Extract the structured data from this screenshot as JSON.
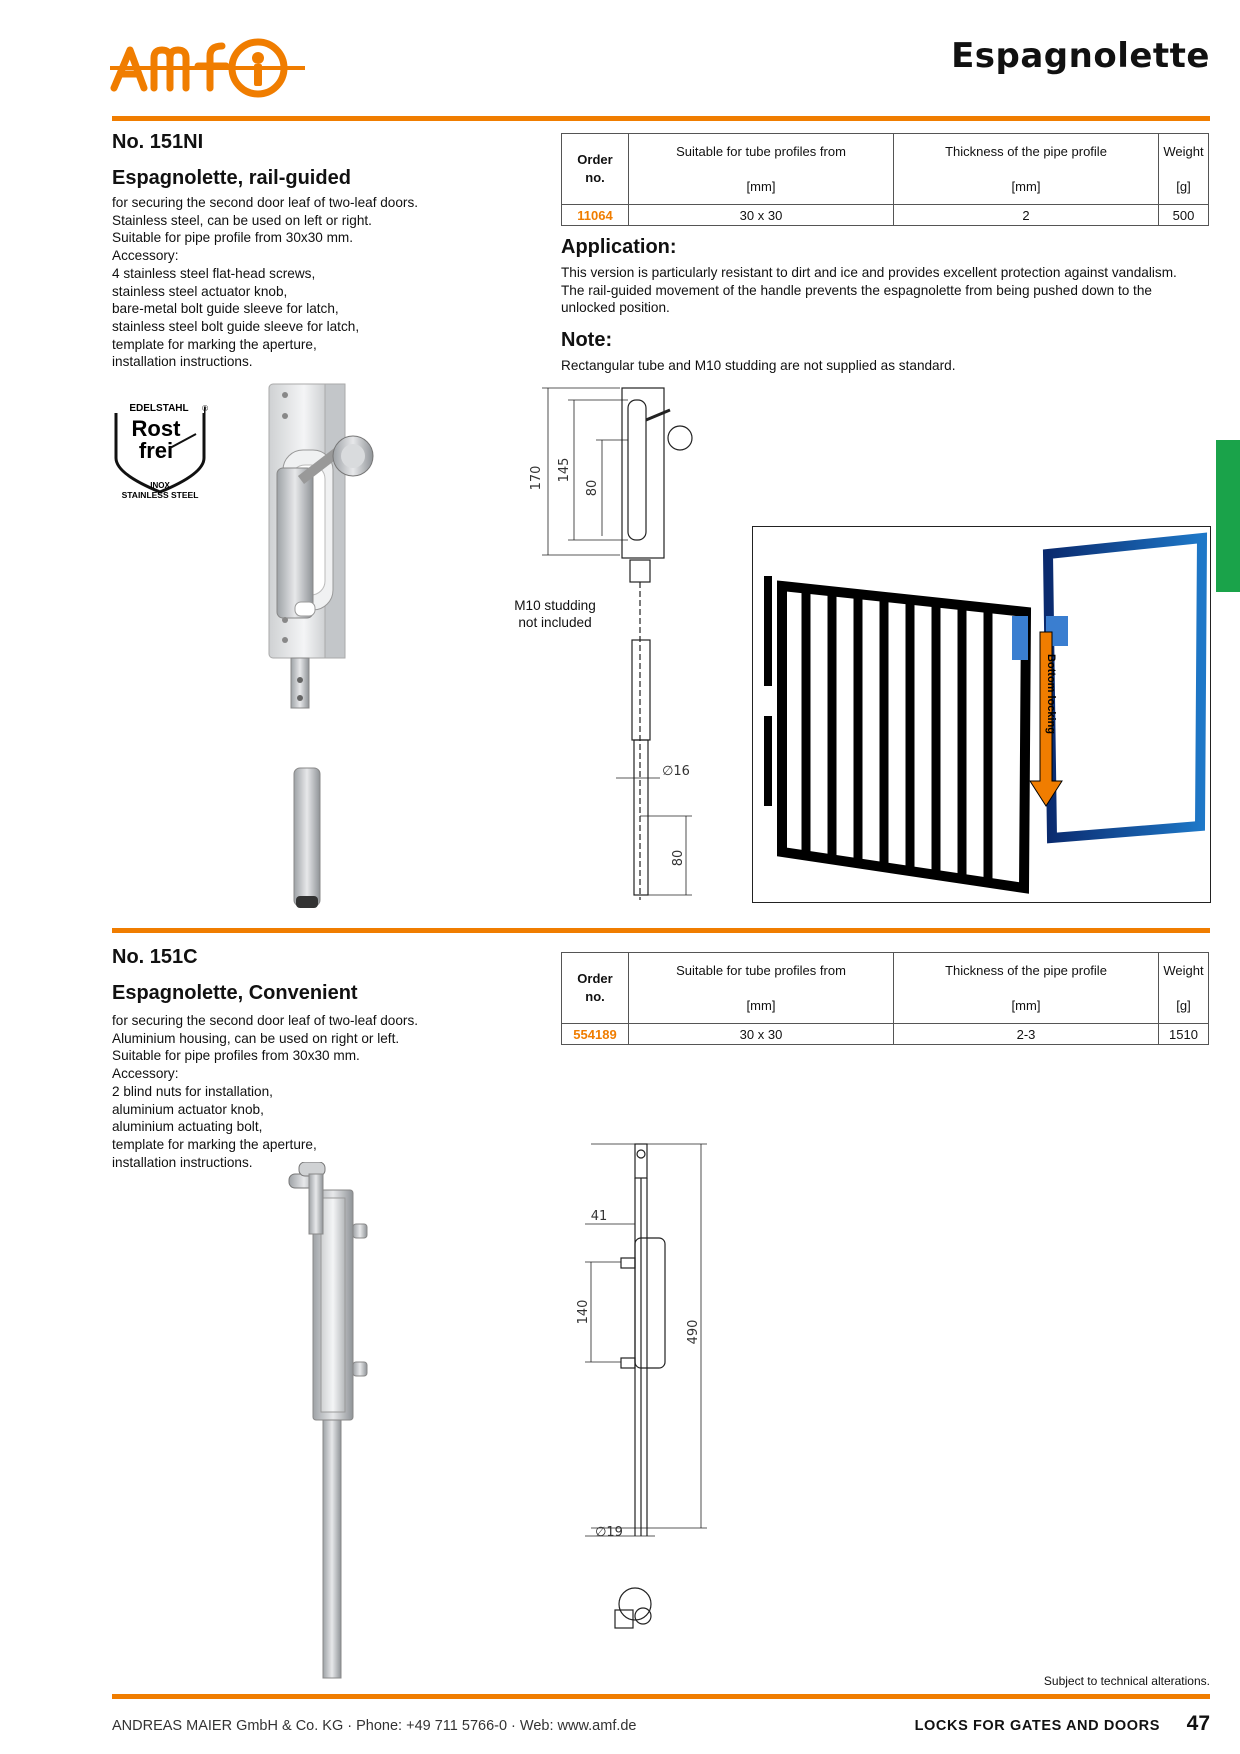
{
  "header": {
    "title": "Espagnolette",
    "accent_color": "#f07d00",
    "side_tab_color": "#1aa34a"
  },
  "product1": {
    "number": "No. 151NI",
    "name": "Espagnolette, rail-guided",
    "description": [
      "for securing the second door leaf of two-leaf doors.",
      "Stainless steel, can be used on left or right.",
      "Suitable for pipe profile from 30x30 mm.",
      "Accessory:",
      "4 stainless steel flat-head screws,",
      "stainless steel actuator knob,",
      "bare-metal bolt guide sleeve for latch,",
      "stainless steel bolt guide sleeve for latch,",
      "template for marking the aperture,",
      "installation instructions."
    ],
    "table": {
      "order_label_1": "Order",
      "order_label_2": "no.",
      "col1": "Suitable for tube profiles from",
      "col1_unit": "[mm]",
      "col2": "Thickness of the pipe profile",
      "col2_unit": "[mm]",
      "col3": "Weight",
      "col3_unit": "[g]",
      "order_no": "11064",
      "profile": "30 x 30",
      "thickness": "2",
      "weight": "500"
    },
    "application_heading": "Application:",
    "application_text": "This version is particularly resistant to dirt and ice and provides excellent protection against vandalism. The rail-guided movement of the handle prevents the espagnolette from being pushed down to the unlocked position.",
    "note_heading": "Note:",
    "note_text": "Rectangular tube and M10 studding are not supplied as standard.",
    "badge": {
      "line1": "EDELSTAHL",
      "line2": "Rost",
      "line3": "frei",
      "line4": "INOX",
      "line5": "STAINLESS STEEL"
    },
    "drawing": {
      "dim_170": "170",
      "dim_145": "145",
      "dim_80a": "80",
      "dim_16": "∅16",
      "dim_80b": "80",
      "studding_1": "M10 studding",
      "studding_2": "not included"
    },
    "gate_label": "Bottom locking"
  },
  "product2": {
    "number": "No. 151C",
    "name": "Espagnolette, Convenient",
    "description": [
      "for securing the second door leaf of two-leaf doors.",
      "Aluminium housing, can be used on right or left.",
      "Suitable for pipe profiles from 30x30 mm.",
      "Accessory:",
      "2 blind nuts for installation,",
      "aluminium actuator knob,",
      "aluminium actuating bolt,",
      "template for marking the aperture,",
      "installation instructions."
    ],
    "table": {
      "order_label_1": "Order",
      "order_label_2": "no.",
      "col1": "Suitable for tube profiles from",
      "col1_unit": "[mm]",
      "col2": "Thickness of the pipe profile",
      "col2_unit": "[mm]",
      "col3": "Weight",
      "col3_unit": "[g]",
      "order_no": "554189",
      "profile": "30 x 30",
      "thickness": "2-3",
      "weight": "1510"
    },
    "drawing": {
      "dim_41": "41",
      "dim_140": "140",
      "dim_490": "490",
      "dim_19": "∅19"
    }
  },
  "footer": {
    "subject": "Subject to technical alterations.",
    "company": "ANDREAS MAIER GmbH & Co. KG · Phone: +49 711 5766-0 · Web: www.amf.de",
    "section": "LOCKS FOR GATES AND DOORS",
    "page": "47"
  }
}
